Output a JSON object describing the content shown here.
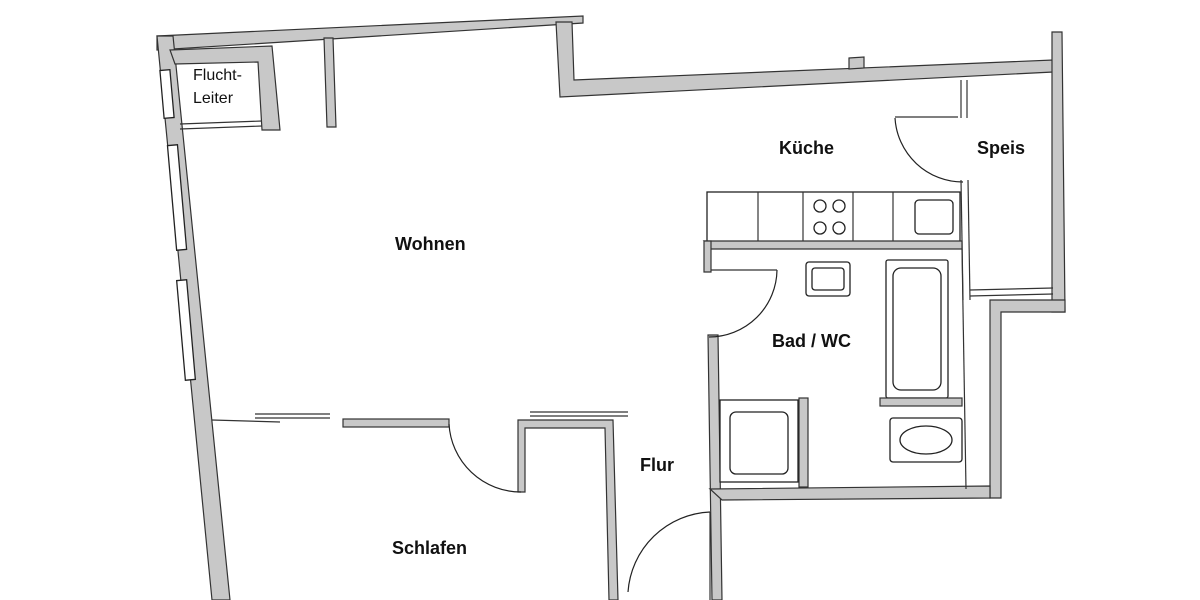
{
  "rooms": {
    "fluchtleiter_line1": "Flucht-",
    "fluchtleiter_line2": "Leiter",
    "wohnen": "Wohnen",
    "kueche": "Küche",
    "speis": "Speis",
    "bad_wc": "Bad / WC",
    "flur": "Flur",
    "schlafen": "Schlafen"
  },
  "colors": {
    "wall_fill": "#c8c8c8",
    "line": "#333333",
    "background": "#ffffff"
  }
}
